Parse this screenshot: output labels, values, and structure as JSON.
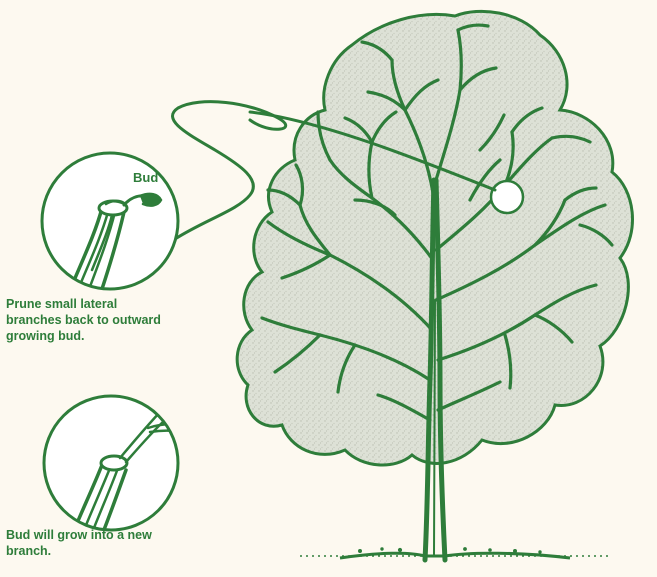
{
  "colors": {
    "ink": "#2e7d3a",
    "foliage": "#d9ddd2",
    "paper": "#fdf9f0"
  },
  "labels": {
    "bud": "Bud",
    "prune_caption": "Prune small lateral\nbranches back to outward\ngrowing bud.",
    "grow_caption": "Bud will grow into a new\nbranch."
  }
}
